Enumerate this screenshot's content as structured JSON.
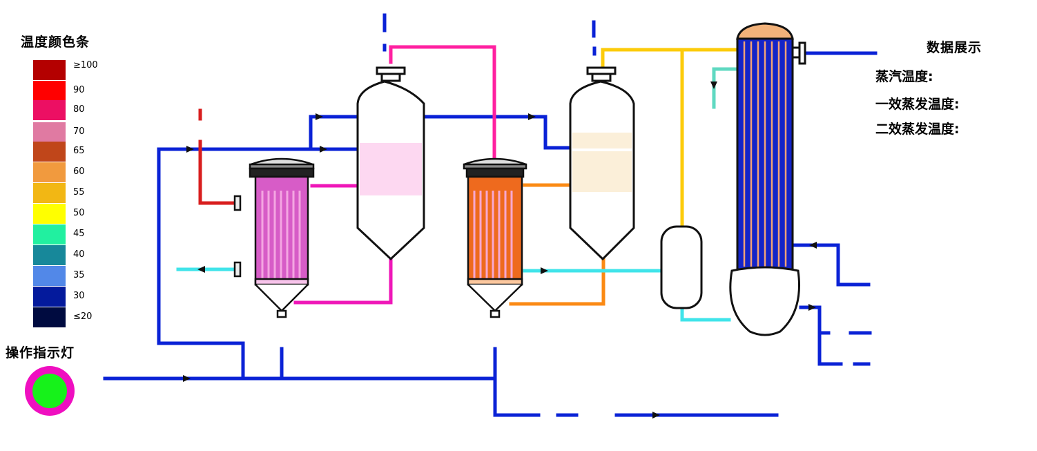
{
  "legend": {
    "title": "温度颜色条",
    "items": [
      {
        "label": "≥100",
        "color": "#b40000"
      },
      {
        "label": "90",
        "color": "#ff0000"
      },
      {
        "label": "80",
        "color": "#ec0f63"
      },
      {
        "label": "70",
        "color": "#e07aa2"
      },
      {
        "label": "65",
        "color": "#c0461a"
      },
      {
        "label": "60",
        "color": "#f19a3e"
      },
      {
        "label": "55",
        "color": "#f2b714"
      },
      {
        "label": "50",
        "color": "#ffff00"
      },
      {
        "label": "45",
        "color": "#21f0a0"
      },
      {
        "label": "40",
        "color": "#17889a"
      },
      {
        "label": "35",
        "color": "#5288e8"
      },
      {
        "label": "30",
        "color": "#041a9c"
      },
      {
        "label": "≤20",
        "color": "#000b40"
      }
    ]
  },
  "indicator": {
    "title": "操作指示灯",
    "ring_color": "#ef0fc0",
    "core_color": "#16f21a"
  },
  "readout": {
    "title": "数据展示",
    "steam_temp_label": "蒸汽温度:",
    "effect1_temp_label": "一效蒸发温度:",
    "effect2_temp_label": "二效蒸发温度:"
  },
  "colors": {
    "pipe_blue": "#0a22d6",
    "pipe_magenta": "#ef17b8",
    "pipe_pink": "#ff20a0",
    "pipe_orange": "#fb8a14",
    "pipe_yellow": "#fccb0a",
    "pipe_cyan": "#40e4ea",
    "pipe_teal": "#5fd9c1",
    "pipe_red": "#d81e1e",
    "effect1_fill": "#d75cc7",
    "effect1_tube": "#f4a6e2",
    "effect2_fill": "#ee6a1e",
    "effect2_tube": "#f7a8d0",
    "separator1_level": "#fdd8f1",
    "separator2_level": "#fbefd9",
    "condenser_fill": "#1424c8",
    "condenser_tube": "#f2a276",
    "condenser_dome": "#f2b27a"
  }
}
